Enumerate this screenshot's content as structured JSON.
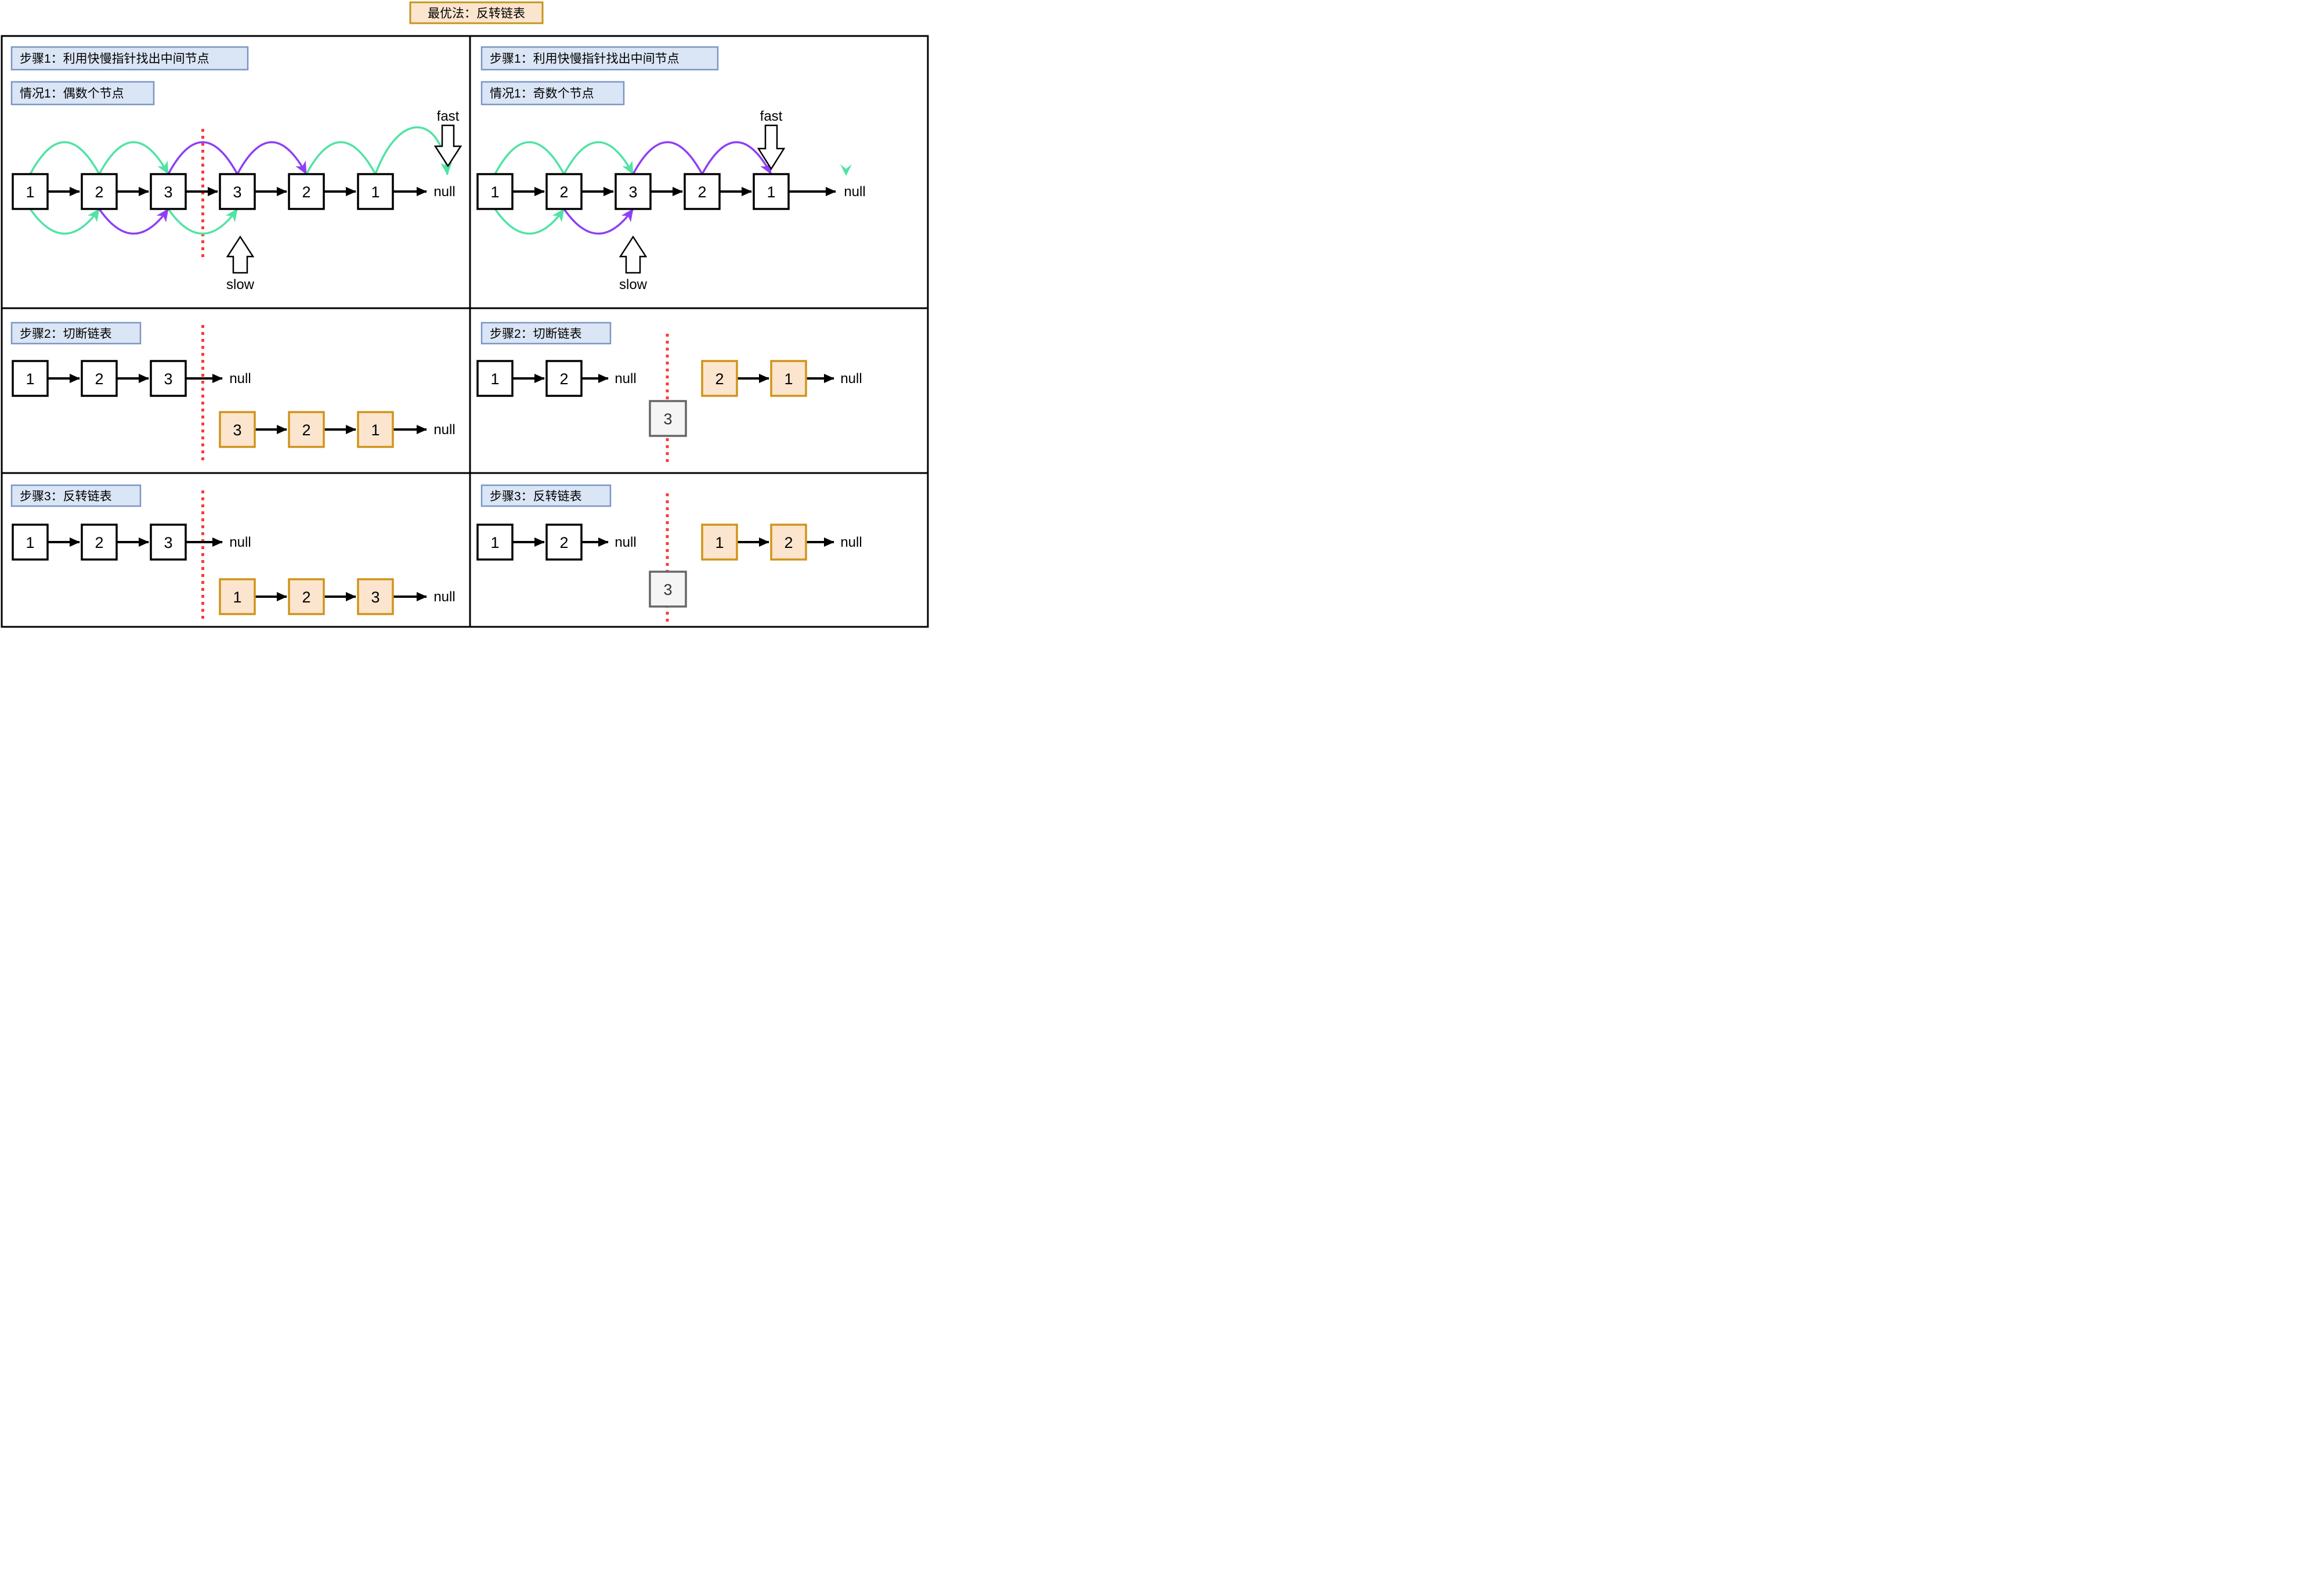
{
  "title": {
    "text": "最优法：反转链表"
  },
  "labels": {
    "fast": "fast",
    "slow": "slow",
    "null_text": "null"
  },
  "colors": {
    "fast_slow_arc_green": "#50E3A3",
    "fast_slow_arc_purple": "#8E3FF5",
    "cut_line_red": "#FA3B3B",
    "reversed_node_fill": "#FCE5CE",
    "reversed_node_stroke": "#D0941B",
    "header_fill": "#DAE5F5",
    "header_stroke": "#7B96C5",
    "title_fill": "#FCE5CF",
    "title_stroke": "#C5961B",
    "middle_node_fill": "#F5F5F5",
    "middle_node_stroke": "#666666"
  },
  "panels": {
    "top_left": {
      "step": "步骤1：利用快慢指针找出中间节点",
      "case": "情况1：偶数个节点",
      "nodes": [
        "1",
        "2",
        "3",
        "3",
        "2",
        "1"
      ]
    },
    "top_right": {
      "step": "步骤1：利用快慢指针找出中间节点",
      "case": "情况1：奇数个节点",
      "nodes": [
        "1",
        "2",
        "3",
        "2",
        "1"
      ]
    },
    "middle_left": {
      "step": "步骤2：切断链表",
      "front": [
        "1",
        "2",
        "3"
      ],
      "back": [
        "3",
        "2",
        "1"
      ]
    },
    "middle_right": {
      "step": "步骤2：切断链表",
      "front": [
        "1",
        "2"
      ],
      "middle": "3",
      "back": [
        "2",
        "1"
      ]
    },
    "bottom_left": {
      "step": "步骤3：反转链表",
      "front": [
        "1",
        "2",
        "3"
      ],
      "back": [
        "1",
        "2",
        "3"
      ]
    },
    "bottom_right": {
      "step": "步骤3：反转链表",
      "front": [
        "1",
        "2"
      ],
      "middle": "3",
      "back": [
        "1",
        "2"
      ]
    }
  }
}
